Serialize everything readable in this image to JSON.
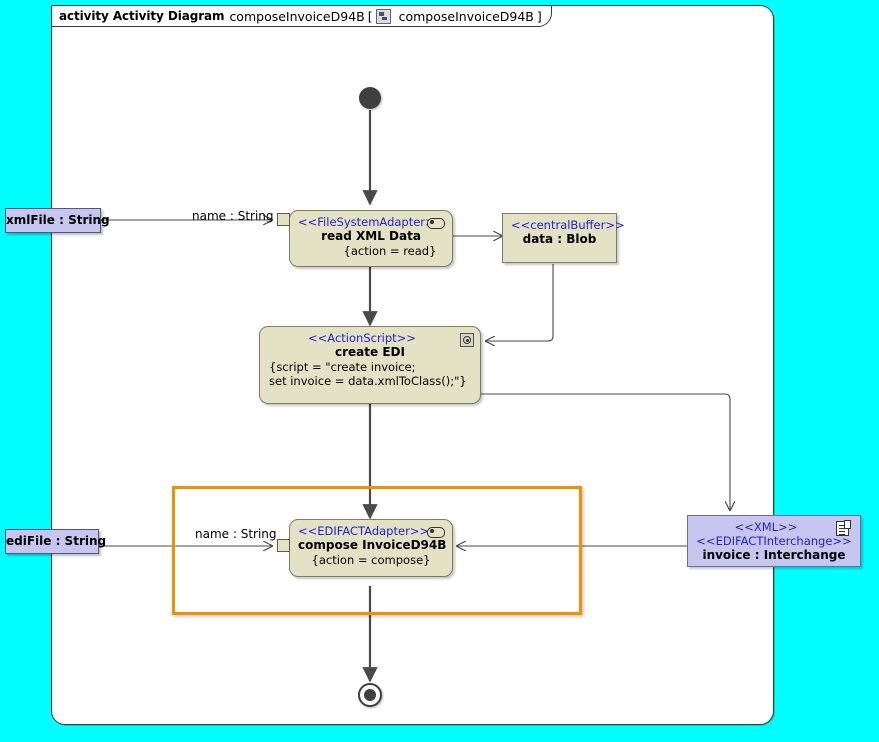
{
  "frame": {
    "keyword": "activity Activity Diagram",
    "name": "composeInvoiceD94B",
    "bracket_open": "[",
    "icon": "activity-diagram-icon",
    "inner_name": "composeInvoiceD94B",
    "bracket_close": "]"
  },
  "nodes": {
    "initial": {
      "name": "initial-node"
    },
    "final": {
      "name": "activity-final-node"
    },
    "read_xml": {
      "stereotype": "<<FileSystemAdapter>>",
      "name": "read XML Data",
      "property": "{action = read}",
      "icon": "adapter-icon"
    },
    "central_buffer": {
      "stereotype": "<<centralBuffer>>",
      "name": "data : Blob"
    },
    "create_edi": {
      "stereotype": "<<ActionScript>>",
      "name": "create EDI",
      "property_line1": "{script = \"create invoice;",
      "property_line2": "set invoice = data.xmlToClass();\"}",
      "icon": "script-icon"
    },
    "compose_invoice": {
      "stereotype": "<<EDIFACTAdapter>>",
      "name": "compose InvoiceD94B",
      "property": "{action = compose}",
      "icon": "adapter-icon"
    },
    "xml_interchange": {
      "stereotype1": "<<XML>>",
      "stereotype2": "<<EDIFACTInterchange>>",
      "name": "invoice : Interchange",
      "icon": "document-icon"
    }
  },
  "parameters": {
    "xml_file": "xmlFile : String",
    "edi_file": "ediFile : String"
  },
  "edge_labels": {
    "name_string_top": "name : String",
    "name_string_bottom": "name : String"
  },
  "colors": {
    "canvas_background": "#00ffff",
    "frame_background": "#ffffff",
    "action_fill": "#e3e2c4",
    "action_border": "#7d7d62",
    "object_fill": "#c6c6f0",
    "object_border": "#55557f",
    "stereotype_text": "#2222cc",
    "selection_border": "#f29100",
    "edge_line": "#4a4a4a",
    "node_marker": "#3f3f3f"
  }
}
